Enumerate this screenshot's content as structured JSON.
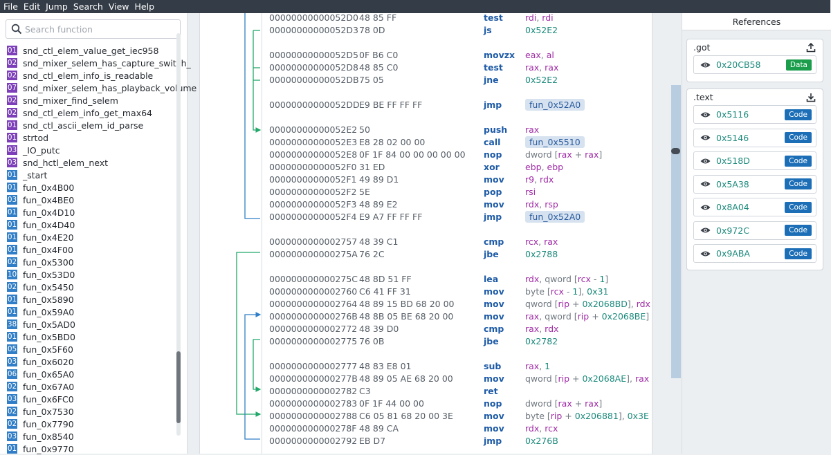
{
  "menu": [
    "File",
    "Edit",
    "Jump",
    "Search",
    "View",
    "Help"
  ],
  "search": {
    "placeholder": "Search function"
  },
  "colors": {
    "purple": "#7d3fb9",
    "blue": "#2f7ec7",
    "data_green": "#1a9e4b",
    "code_blue": "#1c6fb7",
    "flow_blue": "#2f7ec7",
    "flow_green": "#22a86a"
  },
  "functions": [
    {
      "badge": "01",
      "color": "purple",
      "name": "snd_ctl_elem_value_get_iec958"
    },
    {
      "badge": "02",
      "color": "purple",
      "name": "snd_mixer_selem_has_capture_switch_"
    },
    {
      "badge": "02",
      "color": "purple",
      "name": "snd_ctl_elem_info_is_readable"
    },
    {
      "badge": "07",
      "color": "purple",
      "name": "snd_mixer_selem_has_playback_volume"
    },
    {
      "badge": "02",
      "color": "purple",
      "name": "snd_mixer_find_selem"
    },
    {
      "badge": "02",
      "color": "purple",
      "name": "snd_ctl_elem_info_get_max64"
    },
    {
      "badge": "01",
      "color": "purple",
      "name": "snd_ctl_ascii_elem_id_parse"
    },
    {
      "badge": "01",
      "color": "purple",
      "name": "strtod"
    },
    {
      "badge": "03",
      "color": "purple",
      "name": "_IO_putc"
    },
    {
      "badge": "03",
      "color": "purple",
      "name": "snd_hctl_elem_next"
    },
    {
      "badge": "01",
      "color": "blue",
      "name": "_start"
    },
    {
      "badge": "01",
      "color": "blue",
      "name": "fun_0x4B00"
    },
    {
      "badge": "03",
      "color": "blue",
      "name": "fun_0x4BE0"
    },
    {
      "badge": "01",
      "color": "blue",
      "name": "fun_0x4D10"
    },
    {
      "badge": "01",
      "color": "blue",
      "name": "fun_0x4D40"
    },
    {
      "badge": "01",
      "color": "blue",
      "name": "fun_0x4E20"
    },
    {
      "badge": "01",
      "color": "blue",
      "name": "fun_0x4F00"
    },
    {
      "badge": "02",
      "color": "blue",
      "name": "fun_0x5300"
    },
    {
      "badge": "10",
      "color": "blue",
      "name": "fun_0x53D0"
    },
    {
      "badge": "02",
      "color": "blue",
      "name": "fun_0x5450"
    },
    {
      "badge": "01",
      "color": "blue",
      "name": "fun_0x5890"
    },
    {
      "badge": "01",
      "color": "blue",
      "name": "fun_0x59A0"
    },
    {
      "badge": "38",
      "color": "blue",
      "name": "fun_0x5AD0"
    },
    {
      "badge": "01",
      "color": "blue",
      "name": "fun_0x5BD0"
    },
    {
      "badge": "05",
      "color": "blue",
      "name": "fun_0x5F60"
    },
    {
      "badge": "03",
      "color": "blue",
      "name": "fun_0x6020"
    },
    {
      "badge": "06",
      "color": "blue",
      "name": "fun_0x65A0"
    },
    {
      "badge": "02",
      "color": "blue",
      "name": "fun_0x67A0"
    },
    {
      "badge": "03",
      "color": "blue",
      "name": "fun_0x6FC0"
    },
    {
      "badge": "02",
      "color": "blue",
      "name": "fun_0x7530"
    },
    {
      "badge": "02",
      "color": "blue",
      "name": "fun_0x7790"
    },
    {
      "badge": "03",
      "color": "blue",
      "name": "fun_0x8540"
    },
    {
      "badge": "01",
      "color": "blue",
      "name": "fun_0x9770"
    }
  ],
  "instructions": [
    {
      "addr": "00000000000052D0",
      "bytes": "48 85 FF",
      "mnem": "test",
      "ops": [
        [
          "reg",
          "rdi"
        ],
        [
          "plain",
          ", "
        ],
        [
          "reg",
          "rdi"
        ]
      ]
    },
    {
      "addr": "00000000000052D3",
      "bytes": "78 0D",
      "mnem": "js",
      "ops": [
        [
          "num",
          "0x52E2"
        ]
      ]
    },
    {
      "gap": true
    },
    {
      "addr": "00000000000052D5",
      "bytes": "0F B6 C0",
      "mnem": "movzx",
      "ops": [
        [
          "reg",
          "eax"
        ],
        [
          "plain",
          ", "
        ],
        [
          "reg",
          "al"
        ]
      ]
    },
    {
      "addr": "00000000000052D8",
      "bytes": "48 85 C0",
      "mnem": "test",
      "ops": [
        [
          "reg",
          "rax"
        ],
        [
          "plain",
          ", "
        ],
        [
          "reg",
          "rax"
        ]
      ]
    },
    {
      "addr": "00000000000052DB",
      "bytes": "75 05",
      "mnem": "jne",
      "ops": [
        [
          "num",
          "0x52E2"
        ]
      ]
    },
    {
      "gap": true
    },
    {
      "addr": "00000000000052DD",
      "bytes": "E9 BE FF FF FF",
      "mnem": "jmp",
      "ops": [
        [
          "fun",
          "fun_0x52A0"
        ]
      ]
    },
    {
      "gap": true
    },
    {
      "addr": "00000000000052E2",
      "bytes": "50",
      "mnem": "push",
      "ops": [
        [
          "reg",
          "rax"
        ]
      ]
    },
    {
      "addr": "00000000000052E3",
      "bytes": "E8 28 02 00 00",
      "mnem": "call",
      "ops": [
        [
          "fun",
          "fun_0x5510"
        ]
      ]
    },
    {
      "addr": "00000000000052E8",
      "bytes": "0F 1F 84 00 00 00 00 00",
      "mnem": "nop",
      "ops": [
        [
          "plain",
          "dword ["
        ],
        [
          "reg",
          "rax"
        ],
        [
          "plain",
          " + "
        ],
        [
          "reg",
          "rax"
        ],
        [
          "plain",
          "]"
        ]
      ]
    },
    {
      "addr": "00000000000052F0",
      "bytes": "31 ED",
      "mnem": "xor",
      "ops": [
        [
          "reg",
          "ebp"
        ],
        [
          "plain",
          ", "
        ],
        [
          "reg",
          "ebp"
        ]
      ]
    },
    {
      "addr": "00000000000052F1",
      "bytes": "49 89 D1",
      "mnem": "mov",
      "ops": [
        [
          "reg",
          "r9"
        ],
        [
          "plain",
          ", "
        ],
        [
          "reg",
          "rdx"
        ]
      ]
    },
    {
      "addr": "00000000000052F2",
      "bytes": "5E",
      "mnem": "pop",
      "ops": [
        [
          "reg",
          "rsi"
        ]
      ]
    },
    {
      "addr": "00000000000052F3",
      "bytes": "48 89 E2",
      "mnem": "mov",
      "ops": [
        [
          "reg",
          "rdx"
        ],
        [
          "plain",
          ", "
        ],
        [
          "reg",
          "rsp"
        ]
      ]
    },
    {
      "addr": "00000000000052F4",
      "bytes": "E9 A7 FF FF FF",
      "mnem": "jmp",
      "ops": [
        [
          "fun",
          "fun_0x52A0"
        ]
      ]
    },
    {
      "gap": true
    },
    {
      "addr": "0000000000002757",
      "bytes": "48 39 C1",
      "mnem": "cmp",
      "ops": [
        [
          "reg",
          "rcx"
        ],
        [
          "plain",
          ", "
        ],
        [
          "reg",
          "rax"
        ]
      ]
    },
    {
      "addr": "000000000000275A",
      "bytes": "76 2C",
      "mnem": "jbe",
      "ops": [
        [
          "num",
          "0x2788"
        ]
      ]
    },
    {
      "gap": true
    },
    {
      "addr": "000000000000275C",
      "bytes": "48 8D 51 FF",
      "mnem": "lea",
      "ops": [
        [
          "reg",
          "rdx"
        ],
        [
          "plain",
          ", qword ["
        ],
        [
          "reg",
          "rcx"
        ],
        [
          "plain",
          " - "
        ],
        [
          "num",
          "1"
        ],
        [
          "plain",
          "]"
        ]
      ]
    },
    {
      "addr": "0000000000002760",
      "bytes": "C6 41 FF 31",
      "mnem": "mov",
      "ops": [
        [
          "plain",
          "byte ["
        ],
        [
          "reg",
          "rcx"
        ],
        [
          "plain",
          " - "
        ],
        [
          "num",
          "1"
        ],
        [
          "plain",
          "], "
        ],
        [
          "num",
          "0x31"
        ]
      ]
    },
    {
      "addr": "0000000000002764",
      "bytes": "48 89 15 BD 68 20 00",
      "mnem": "mov",
      "ops": [
        [
          "plain",
          "qword ["
        ],
        [
          "reg",
          "rip"
        ],
        [
          "plain",
          " + "
        ],
        [
          "num",
          "0x2068BD"
        ],
        [
          "plain",
          "], "
        ],
        [
          "reg",
          "rdx"
        ]
      ]
    },
    {
      "addr": "000000000000276B",
      "bytes": "48 8B 05 BE 68 20 00",
      "mnem": "mov",
      "ops": [
        [
          "reg",
          "rax"
        ],
        [
          "plain",
          ", qword ["
        ],
        [
          "reg",
          "rip"
        ],
        [
          "plain",
          " + "
        ],
        [
          "num",
          "0x2068BE"
        ],
        [
          "plain",
          "]"
        ]
      ]
    },
    {
      "addr": "0000000000002772",
      "bytes": "48 39 D0",
      "mnem": "cmp",
      "ops": [
        [
          "reg",
          "rax"
        ],
        [
          "plain",
          ", "
        ],
        [
          "reg",
          "rdx"
        ]
      ]
    },
    {
      "addr": "0000000000002775",
      "bytes": "76 0B",
      "mnem": "jbe",
      "ops": [
        [
          "num",
          "0x2782"
        ]
      ]
    },
    {
      "gap": true
    },
    {
      "addr": "0000000000002777",
      "bytes": "48 83 E8 01",
      "mnem": "sub",
      "ops": [
        [
          "reg",
          "rax"
        ],
        [
          "plain",
          ", "
        ],
        [
          "num",
          "1"
        ]
      ]
    },
    {
      "addr": "000000000000277B",
      "bytes": "48 89 05 AE 68 20 00",
      "mnem": "mov",
      "ops": [
        [
          "plain",
          "qword ["
        ],
        [
          "reg",
          "rip"
        ],
        [
          "plain",
          " + "
        ],
        [
          "num",
          "0x2068AE"
        ],
        [
          "plain",
          "], "
        ],
        [
          "reg",
          "rax"
        ]
      ]
    },
    {
      "addr": "0000000000002782",
      "bytes": "C3",
      "mnem": "ret",
      "ops": []
    },
    {
      "addr": "0000000000002783",
      "bytes": "0F 1F 44 00 00",
      "mnem": "nop",
      "ops": [
        [
          "plain",
          "dword ["
        ],
        [
          "reg",
          "rax"
        ],
        [
          "plain",
          " + "
        ],
        [
          "reg",
          "rax"
        ],
        [
          "plain",
          "]"
        ]
      ]
    },
    {
      "addr": "0000000000002788",
      "bytes": "C6 05 81 68 20 00 3E",
      "mnem": "mov",
      "ops": [
        [
          "plain",
          "byte ["
        ],
        [
          "reg",
          "rip"
        ],
        [
          "plain",
          " + "
        ],
        [
          "num",
          "0x206881"
        ],
        [
          "plain",
          "], "
        ],
        [
          "num",
          "0x3E"
        ]
      ]
    },
    {
      "addr": "000000000000278F",
      "bytes": "48 89 CA",
      "mnem": "mov",
      "ops": [
        [
          "reg",
          "rdx"
        ],
        [
          "plain",
          ", "
        ],
        [
          "reg",
          "rcx"
        ]
      ]
    },
    {
      "addr": "0000000000002792",
      "bytes": "EB D7",
      "mnem": "jmp",
      "ops": [
        [
          "num",
          "0x276B"
        ]
      ]
    }
  ],
  "references": {
    "title": "References",
    "got": {
      "label": ".got",
      "icon": "upload-icon",
      "items": [
        {
          "addr": "0x20CB58",
          "tag": "Data"
        }
      ]
    },
    "text": {
      "label": ".text",
      "icon": "download-icon",
      "items": [
        {
          "addr": "0x5116",
          "tag": "Code"
        },
        {
          "addr": "0x5146",
          "tag": "Code"
        },
        {
          "addr": "0x518D",
          "tag": "Code"
        },
        {
          "addr": "0x5A38",
          "tag": "Code"
        },
        {
          "addr": "0x8A04",
          "tag": "Code"
        },
        {
          "addr": "0x972C",
          "tag": "Code"
        },
        {
          "addr": "0x9ABA",
          "tag": "Code"
        }
      ]
    }
  }
}
